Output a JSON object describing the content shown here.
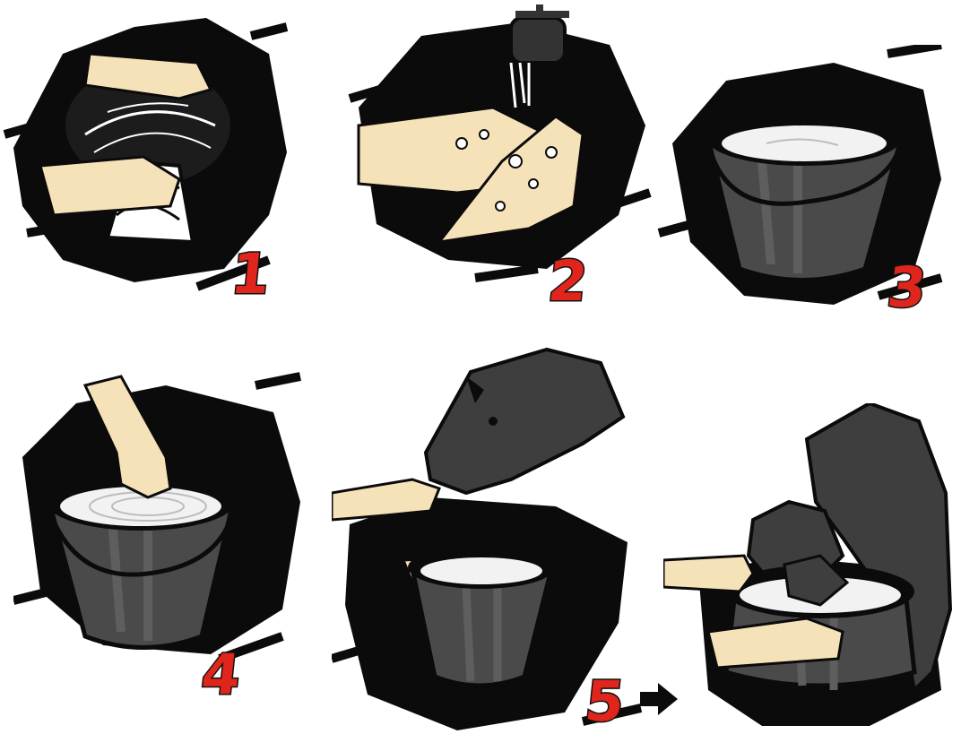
{
  "steps": [
    {
      "number": "1",
      "illustration": "scrub-bucket-with-cloth"
    },
    {
      "number": "2",
      "illustration": "wash-hands-under-tap"
    },
    {
      "number": "3",
      "illustration": "bucket-with-milk"
    },
    {
      "number": "4",
      "illustration": "hand-stirring-milk-in-bucket"
    },
    {
      "number": "5",
      "illustration": "calf-sucking-fingers-then-drinking-from-bucket"
    }
  ],
  "colors": {
    "ink": "#0b0b0b",
    "skin": "#f6e2b8",
    "bucket": "#4a4a4a",
    "milk": "#f2f2f2",
    "number_red": "#e0261c"
  },
  "icons": {
    "arrow": "right-arrow-icon"
  }
}
